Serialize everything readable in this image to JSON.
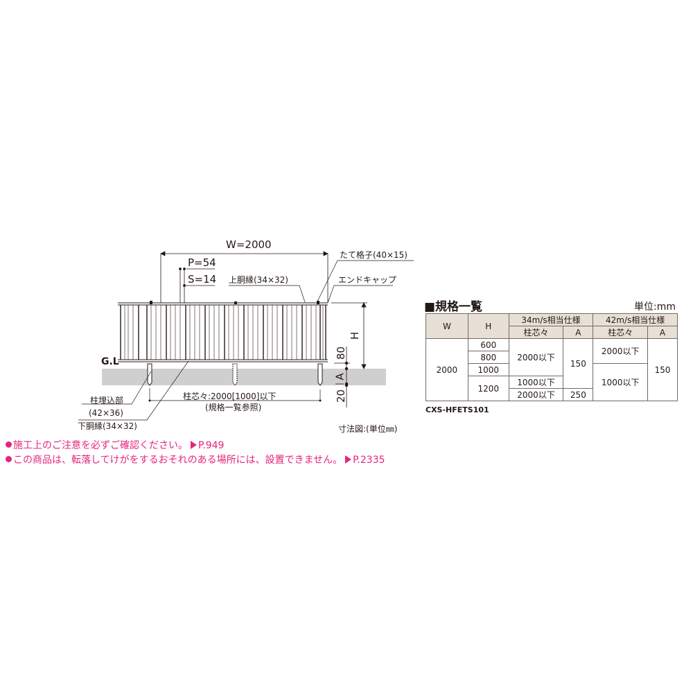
{
  "diagram": {
    "width_label": "W=2000",
    "pitch_label": "P=54",
    "space_label": "S=14",
    "upper_rail_label": "上胴縁(34×32)",
    "vertical_slat_label": "たて格子(40×15)",
    "end_cap_label": "エンドキャップ",
    "ground_level_label": "G.L",
    "height_label": "H",
    "dim_80": "80",
    "dim_A": "A",
    "dim_20": "20",
    "post_spacing_label": "柱芯々:2000[1000]以下",
    "post_spacing_note": "(規格一覧参照)",
    "post_embed_label": "柱埋込部",
    "post_embed_size": "(42×36)",
    "lower_rail_label": "下胴縁(34×32)",
    "unit_note": "寸法図:(単位㎜)"
  },
  "spec_table": {
    "title": "■規格一覧",
    "unit": "単位:mm",
    "headers": {
      "w": "W",
      "h": "H",
      "group1": "34m/s相当仕様",
      "group2": "42m/s相当仕様",
      "post_spacing": "柱芯々",
      "a": "A"
    },
    "rows": {
      "w_value": "2000",
      "h_values": [
        "600",
        "800",
        "1000",
        "1200"
      ],
      "g1_spacing_low": "2000以下",
      "g1_spacing_1200a": "1000以下",
      "g1_spacing_1200b": "2000以下",
      "g1_a_main": "150",
      "g1_a_1200b": "250",
      "g2_spacing_low": "2000以下",
      "g2_spacing_high": "1000以下",
      "g2_a": "150"
    },
    "model_code": "CXS-HFETS101"
  },
  "notices": [
    {
      "text": "施工上のご注意を必ずご確認ください。",
      "ref": "P.949"
    },
    {
      "text": "この商品は、転落してけがをするおそれのある場所には、設置できません。",
      "ref": "P.2335"
    }
  ],
  "colors": {
    "accent_pink": "#e6247e",
    "ground_gray": "#cfcfcf",
    "header_beige": "#e8e0d6",
    "line": "#231815"
  }
}
